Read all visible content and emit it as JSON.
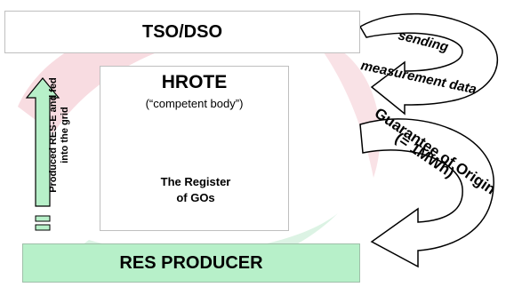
{
  "diagram": {
    "tso_label": "TSO/DSO",
    "hrote_title": "HROTE",
    "hrote_subtitle": "(“competent body”)",
    "register_label": "The Register of GOs",
    "producer_label": "RES PRODUCER",
    "arrow_label": "Produced RES-E and fed into the grid",
    "sending_label": "sending measurement data",
    "guarantee_label": "Guarantee of Origin (= 1MWh)",
    "colors": {
      "producer_fill": "#b7f0c9",
      "box_border": "#bfbfbf",
      "cylinder_fill": "#d9d9d9",
      "arrow_fill": "#ffffff",
      "watermark_red": "#f7d6dc",
      "watermark_green": "#d8f2e1"
    }
  }
}
